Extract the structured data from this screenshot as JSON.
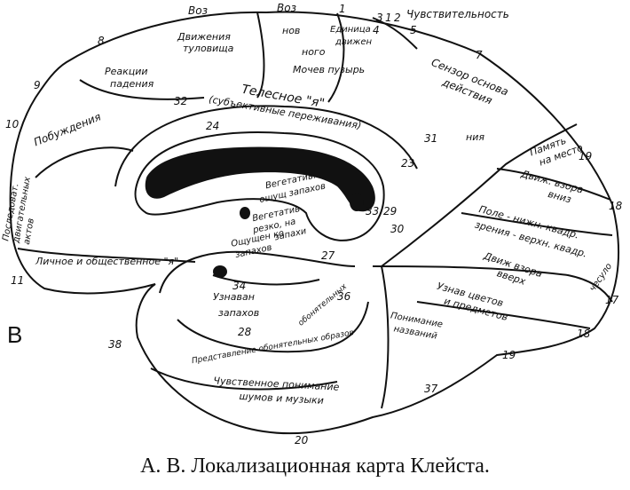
{
  "panel_letter": "B",
  "caption": "А. В. Локализационная карта Клейста.",
  "regions": {
    "top_1": "Воз",
    "top_2": "Воз",
    "top_3": "Чувствительность",
    "dvizh_tulov": [
      "Движения",
      "туловища"
    ],
    "novogo": [
      "нов",
      "ного"
    ],
    "edinitsa": [
      "Единица",
      "движен"
    ],
    "mochev": "Мочев пузырь",
    "reaktsii": [
      "Реакции",
      "падения"
    ],
    "sensor": [
      "Сензор основа",
      "действия"
    ],
    "nia": "ния",
    "pobuzhdeniya": "Побуждения",
    "telesnoe": "Телесное \"я\"",
    "subektiv": "(субъективные переживания)",
    "posledovat": [
      "Последоват.",
      "двигательных",
      "актов"
    ],
    "pamyat": [
      "Память",
      "на место"
    ],
    "dvizh_vzora_vniz": [
      "Движ. взора",
      "вниз"
    ],
    "vegetat_zapakh": [
      "Вегетатив.",
      "ощущ запахов"
    ],
    "vegetat_rezko": [
      "Вегетатив",
      "резко, на",
      "запахи"
    ],
    "oshchushch": [
      "Ощущен ко",
      "запахов"
    ],
    "pole_nizh": [
      "Поле - нижн. квадр.",
      "зрения - верхн. квадр."
    ],
    "dvizh_vzora_vverkh": [
      "Движ взора",
      "вверх"
    ],
    "lichnoe": "Личное и общественное \"я\"",
    "uznav_zapakh": [
      "Узнаван",
      "запахов"
    ],
    "uznav_tsvetov": [
      "Узнав цветов",
      "и предметов"
    ],
    "ponimanie_nazv": [
      "Понимание",
      "названий"
    ],
    "obonyat": "Представление обонятельных образов",
    "obonyat_2": "обонятельных",
    "chuvstv_shumov": [
      "Чувственное понимание",
      "шумов и музыки"
    ],
    "nesulo": "чесуло"
  },
  "area_numbers": {
    "n1": "1",
    "n2": "2",
    "n3": "3",
    "n4": "4",
    "n5": "5",
    "n7": "7",
    "n8": "8",
    "n9": "9",
    "n10": "10",
    "n11": "11",
    "n17": "17",
    "n18a": "18",
    "n18b": "18",
    "n19a": "19",
    "n19b": "19",
    "n20": "20",
    "n23": "23",
    "n24": "24",
    "n27": "27",
    "n28": "28",
    "n29": "29",
    "n30": "30",
    "n31": "31",
    "n32": "32",
    "n33": "33",
    "n34": "34",
    "n36": "36",
    "n37": "37",
    "n38": "38"
  },
  "colors": {
    "ink": "#111111",
    "paper": "#ffffff"
  }
}
